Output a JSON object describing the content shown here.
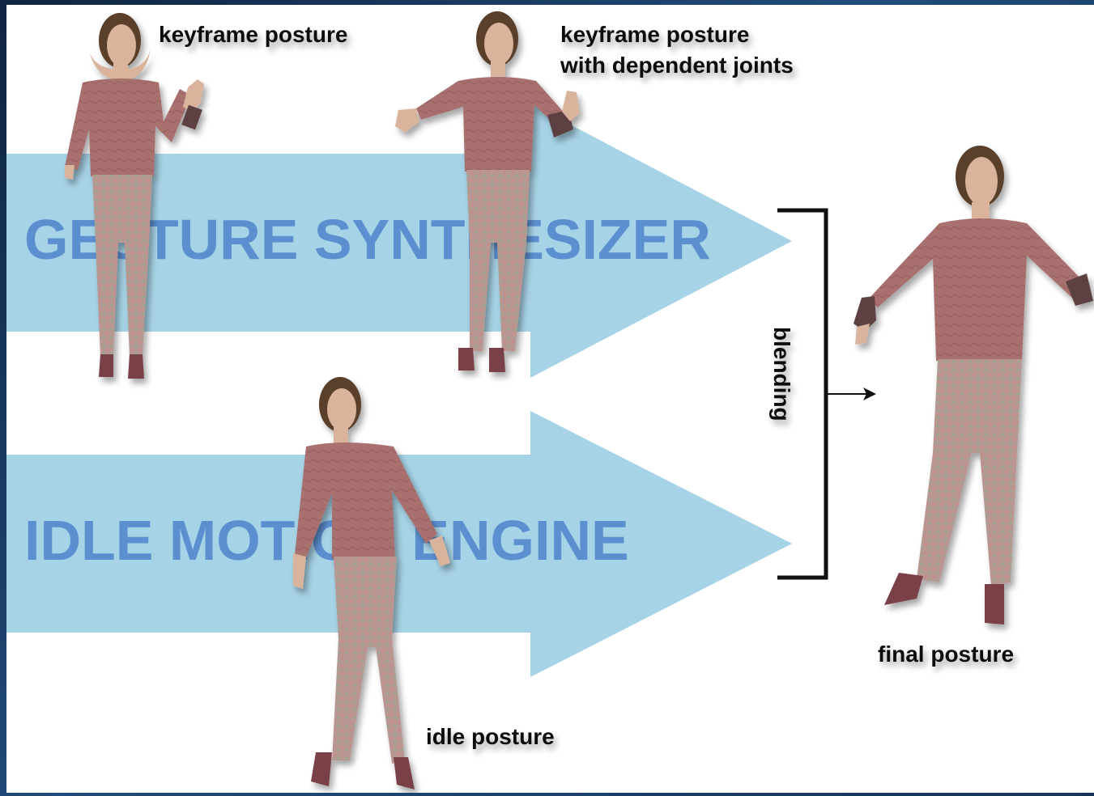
{
  "labels": {
    "keyframe_posture": "keyframe posture",
    "keyframe_dependent_line1": "keyframe posture",
    "keyframe_dependent_line2": "with dependent joints",
    "gesture_synthesizer": "GESTURE SYNTHESIZER",
    "idle_motion_engine": "IDLE MOTION ENGINE",
    "blending": "blending",
    "final_posture": "final posture",
    "idle_posture": "idle posture"
  },
  "colors": {
    "arrow": "#a7d3e6",
    "engine_text": "#5b8fd0",
    "skin": "#d9b39b",
    "hair": "#5a3f2c",
    "shirt": "#a9706f",
    "pants": "#b79792",
    "shoe": "#7a3f46",
    "sleeve_cuff": "#5b4042"
  },
  "figures": [
    {
      "name": "keyframe-posture-figure",
      "pose": "right-hand-raised"
    },
    {
      "name": "keyframe-dependent-figure",
      "pose": "arms-spread"
    },
    {
      "name": "idle-posture-figure",
      "pose": "arms-down"
    },
    {
      "name": "final-posture-figure",
      "pose": "arms-spread"
    }
  ]
}
